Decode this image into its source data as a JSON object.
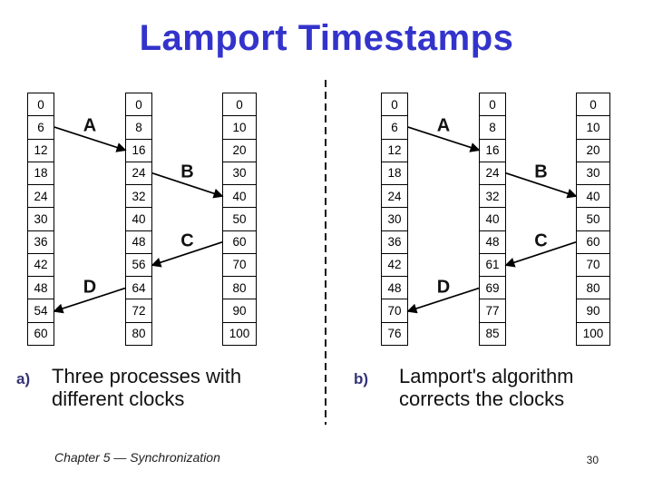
{
  "title": "Lamport Timestamps",
  "colors": {
    "title_blue": "#3333cc",
    "marker_purple": "#333377",
    "ink": "#111111"
  },
  "diagrams": [
    {
      "marker": "a)",
      "caption_lines": [
        "Three processes with",
        "different clocks"
      ],
      "columns": [
        [
          0,
          6,
          12,
          18,
          24,
          30,
          36,
          42,
          48,
          54,
          60
        ],
        [
          0,
          8,
          16,
          24,
          32,
          40,
          48,
          56,
          64,
          72,
          80
        ],
        [
          0,
          10,
          20,
          30,
          40,
          50,
          60,
          70,
          80,
          90,
          100
        ]
      ],
      "messages": [
        {
          "label": "A",
          "from_col": 0,
          "from_row": 1,
          "to_col": 1,
          "to_row": 2
        },
        {
          "label": "B",
          "from_col": 1,
          "from_row": 3,
          "to_col": 2,
          "to_row": 4
        },
        {
          "label": "C",
          "from_col": 2,
          "from_row": 6,
          "to_col": 1,
          "to_row": 7
        },
        {
          "label": "D",
          "from_col": 1,
          "from_row": 8,
          "to_col": 0,
          "to_row": 9
        }
      ]
    },
    {
      "marker": "b)",
      "caption_lines": [
        "Lamport's algorithm",
        "corrects the clocks"
      ],
      "columns": [
        [
          0,
          6,
          12,
          18,
          24,
          30,
          36,
          42,
          48,
          70,
          76
        ],
        [
          0,
          8,
          16,
          24,
          32,
          40,
          48,
          61,
          69,
          77,
          85
        ],
        [
          0,
          10,
          20,
          30,
          40,
          50,
          60,
          70,
          80,
          90,
          100
        ]
      ],
      "messages": [
        {
          "label": "A",
          "from_col": 0,
          "from_row": 1,
          "to_col": 1,
          "to_row": 2
        },
        {
          "label": "B",
          "from_col": 1,
          "from_row": 3,
          "to_col": 2,
          "to_row": 4
        },
        {
          "label": "C",
          "from_col": 2,
          "from_row": 6,
          "to_col": 1,
          "to_row": 7
        },
        {
          "label": "D",
          "from_col": 1,
          "from_row": 8,
          "to_col": 0,
          "to_row": 9
        }
      ]
    }
  ],
  "footer": {
    "left": "Chapter 5 — Synchronization",
    "page": "30"
  }
}
